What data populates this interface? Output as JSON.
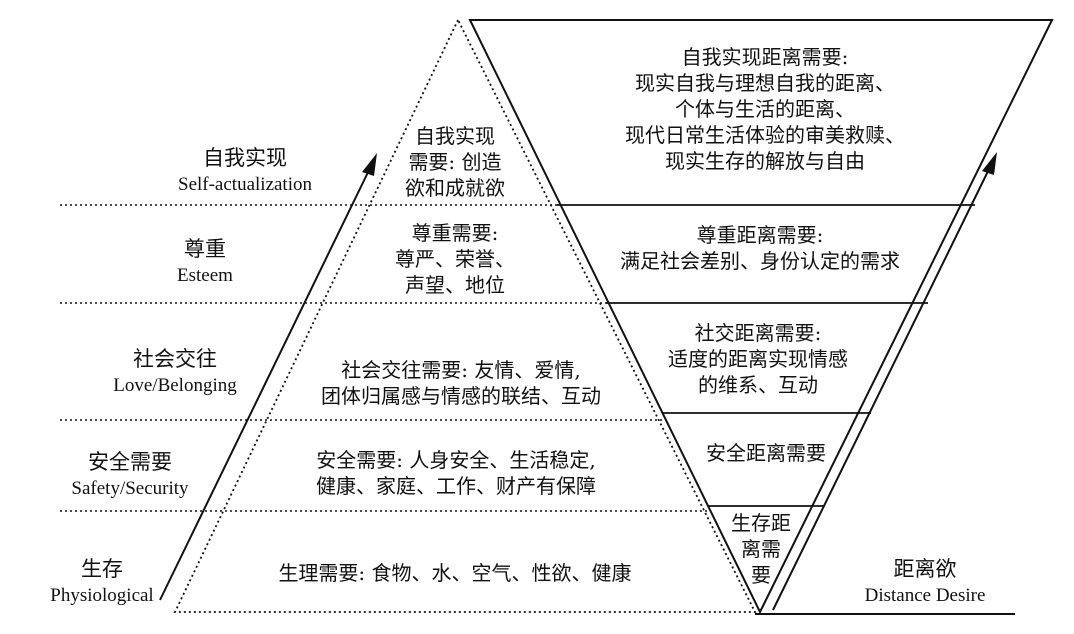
{
  "left_labels": [
    {
      "id": "self",
      "cn": "自我实现",
      "en": "Self-actualization"
    },
    {
      "id": "esteem",
      "cn": "尊重",
      "en": "Esteem"
    },
    {
      "id": "love",
      "cn": "社会交往",
      "en": "Love/Belonging"
    },
    {
      "id": "safety",
      "cn": "安全需要",
      "en": "Safety/Security"
    },
    {
      "id": "phys",
      "cn": "生存",
      "en": "Physiological"
    }
  ],
  "pyramid": [
    {
      "id": "self",
      "lines": [
        "自我实现",
        "需要: 创造",
        "欲和成就欲"
      ]
    },
    {
      "id": "esteem",
      "lines": [
        "尊重需要:",
        "尊严、荣誉、",
        "声望、地位"
      ]
    },
    {
      "id": "love",
      "lines": [
        "社会交往需要: 友情、爱情,",
        "团体归属感与情感的联结、互动"
      ]
    },
    {
      "id": "safety",
      "lines": [
        "安全需要: 人身安全、生活稳定,",
        "健康、家庭、工作、财产有保障"
      ]
    },
    {
      "id": "phys",
      "lines": [
        "生理需要: 食物、水、空气、性欲、健康"
      ]
    }
  ],
  "inverted": [
    {
      "id": "self",
      "lines": [
        "自我实现距离需要:",
        "现实自我与理想自我的距离、",
        "个体与生活的距离、",
        "现代日常生活体验的审美救赎、",
        "现实生存的解放与自由"
      ]
    },
    {
      "id": "esteem",
      "lines": [
        "尊重距离需要:",
        "满足社会差别、身份认定的需求"
      ]
    },
    {
      "id": "love",
      "lines": [
        "社交距离需要:",
        "适度的距离实现情感",
        "的维系、互动"
      ]
    },
    {
      "id": "safety",
      "lines": [
        "安全距离需要"
      ]
    },
    {
      "id": "phys",
      "lines": [
        "生存距",
        "离需",
        "要"
      ]
    }
  ],
  "right_label": {
    "cn": "距离欲",
    "en": "Distance Desire"
  }
}
